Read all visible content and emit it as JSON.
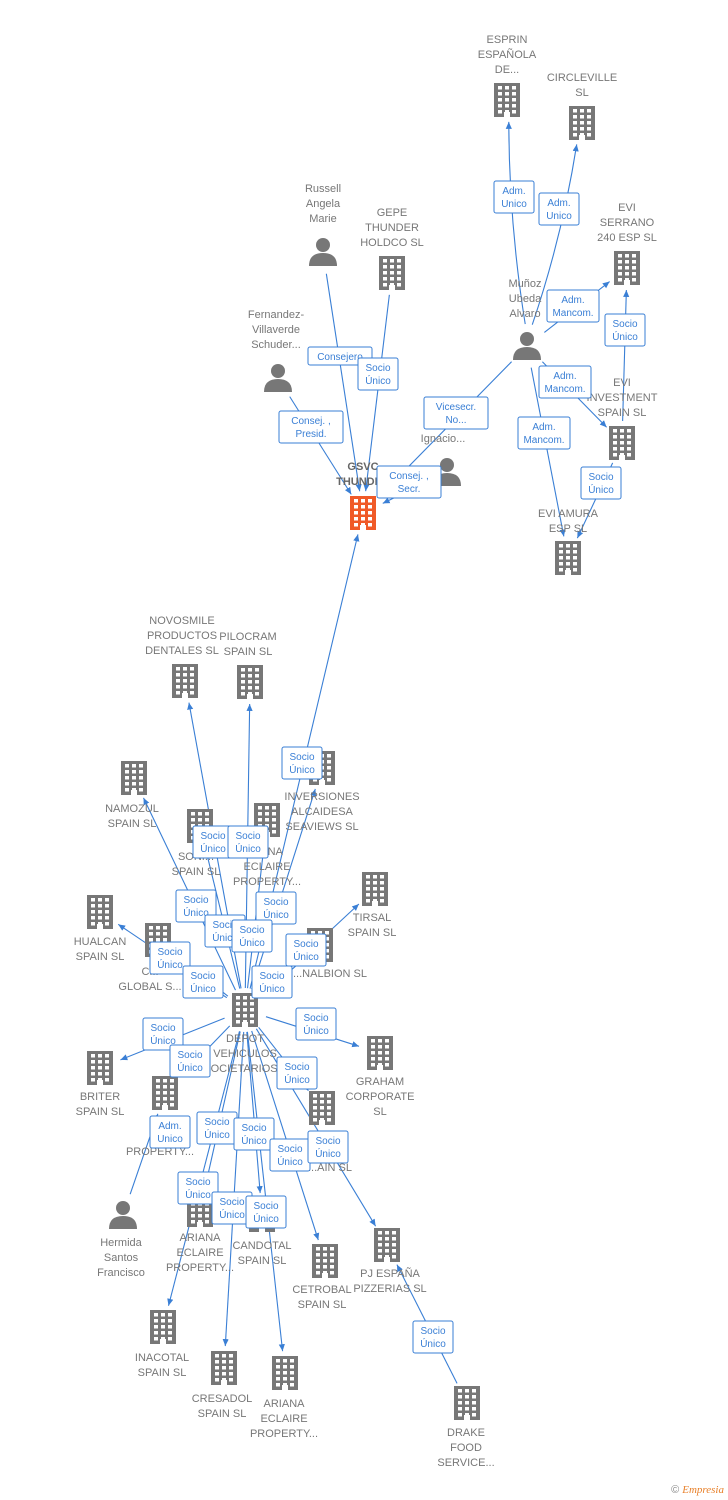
{
  "colors": {
    "edge": "#3a7fd5",
    "company": "#777777",
    "main_company": "#f05a28",
    "person": "#777777"
  },
  "nodes": [
    {
      "id": "gsvc",
      "kind": "company",
      "main": true,
      "label": [
        "GSVC",
        "THUNDER"
      ]
    },
    {
      "id": "esprin",
      "kind": "company",
      "label": [
        "ESPRIN",
        "ESPAÑOLA",
        "DE..."
      ]
    },
    {
      "id": "circleville",
      "kind": "company",
      "label": [
        "CIRCLEVILLE",
        "SL"
      ]
    },
    {
      "id": "evi_serrano",
      "kind": "company",
      "label": [
        "EVI",
        "SERRANO",
        "240 ESP  SL"
      ]
    },
    {
      "id": "evi_investment",
      "kind": "company",
      "label": [
        "EVI",
        "INVESTMENT",
        "SPAIN  SL"
      ]
    },
    {
      "id": "evi_amura",
      "kind": "company",
      "label": [
        "EVI AMURA",
        "ESP  SL"
      ]
    },
    {
      "id": "gepe",
      "kind": "company",
      "label": [
        "GEPE",
        "THUNDER",
        "HOLDCO  SL"
      ]
    },
    {
      "id": "russell",
      "kind": "person",
      "label": [
        "Russell",
        "Angela",
        "Marie"
      ]
    },
    {
      "id": "fernandez",
      "kind": "person",
      "label": [
        "Fernandez-",
        "Villaverde",
        "Schuder..."
      ]
    },
    {
      "id": "munoz",
      "kind": "person",
      "label": [
        "Muñoz",
        "Ubeda",
        "Alvaro"
      ]
    },
    {
      "id": "b_ignacio",
      "kind": "person",
      "label": [
        "B...",
        "Ignacio..."
      ]
    },
    {
      "id": "novosmile",
      "kind": "company",
      "label": [
        "NOVOSMILE",
        "PRODUCTOS",
        "DENTALES  SL"
      ]
    },
    {
      "id": "pilocram",
      "kind": "company",
      "label": [
        "PILOCRAM",
        "SPAIN  SL"
      ]
    },
    {
      "id": "namozul",
      "kind": "company",
      "label": [
        "NAMOZUL",
        "SPAIN  SL"
      ]
    },
    {
      "id": "inversiones",
      "kind": "company",
      "label": [
        "INVERSIONES",
        "ALCAIDESA",
        "SEAVIEWS  SL"
      ]
    },
    {
      "id": "sonic",
      "kind": "company",
      "label": [
        "SONI...",
        "SPAIN  SL"
      ]
    },
    {
      "id": "ariana1",
      "kind": "company",
      "label": [
        "...ANA",
        "ECLAIRE",
        "PROPERTY..."
      ]
    },
    {
      "id": "tirsal",
      "kind": "company",
      "label": [
        "TIRSAL",
        "SPAIN  SL"
      ]
    },
    {
      "id": "hualcan",
      "kind": "company",
      "label": [
        "HUALCAN",
        "SPAIN  SL"
      ]
    },
    {
      "id": "global",
      "kind": "company",
      "label": [
        "C...",
        "GLOBAL  S..."
      ]
    },
    {
      "id": "nalbion",
      "kind": "company",
      "label": [
        "...NALBION  SL"
      ]
    },
    {
      "id": "depot",
      "kind": "company",
      "label": [
        "DEPOT",
        "VEHICULOS",
        "SOCIETARIOS..."
      ]
    },
    {
      "id": "briter",
      "kind": "company",
      "label": [
        "BRITER",
        "SPAIN  SL"
      ]
    },
    {
      "id": "graham",
      "kind": "company",
      "label": [
        "GRAHAM",
        "CORPORATE",
        "SL"
      ]
    },
    {
      "id": "ariana2",
      "kind": "company",
      "label": [
        "A...",
        "E...",
        "PROPERTY..."
      ]
    },
    {
      "id": "xts",
      "kind": "company",
      "label": [
        "...TS",
        "...AIN  SL"
      ]
    },
    {
      "id": "hermida",
      "kind": "person",
      "label": [
        "Hermida",
        "Santos",
        "Francisco"
      ]
    },
    {
      "id": "ariana3",
      "kind": "company",
      "label": [
        "ARIANA",
        "ECLAIRE",
        "PROPERTY..."
      ]
    },
    {
      "id": "candotal",
      "kind": "company",
      "label": [
        "CANDOTAL",
        "SPAIN  SL"
      ]
    },
    {
      "id": "cetrobal",
      "kind": "company",
      "label": [
        "CETROBAL",
        "SPAIN  SL"
      ]
    },
    {
      "id": "pj",
      "kind": "company",
      "label": [
        "PJ ESPAÑA",
        "PIZZERIAS  SL"
      ]
    },
    {
      "id": "inacotal",
      "kind": "company",
      "label": [
        "INACOTAL",
        "SPAIN  SL"
      ]
    },
    {
      "id": "cresadol",
      "kind": "company",
      "label": [
        "CRESADOL",
        "SPAIN  SL"
      ]
    },
    {
      "id": "ariana4",
      "kind": "company",
      "label": [
        "ARIANA",
        "ECLAIRE",
        "PROPERTY..."
      ]
    },
    {
      "id": "drake",
      "kind": "company",
      "label": [
        "DRAKE",
        "FOOD",
        "SERVICE..."
      ]
    }
  ],
  "edges": [
    {
      "from": "russell",
      "to": "gsvc",
      "label": [
        "Consejero"
      ]
    },
    {
      "from": "gepe",
      "to": "gsvc",
      "label": [
        "Socio",
        "Único"
      ]
    },
    {
      "from": "fernandez",
      "to": "gsvc",
      "label": [
        "Consej. ,",
        "Presid."
      ]
    },
    {
      "from": "b_ignacio",
      "to": "gsvc",
      "label": [
        "Consej. ,",
        "Secr."
      ]
    },
    {
      "from": "munoz",
      "to": "gsvc",
      "label": [
        "Vicesecr.",
        "No..."
      ]
    },
    {
      "from": "munoz",
      "to": "esprin",
      "label": [
        "Adm.",
        "Unico"
      ]
    },
    {
      "from": "munoz",
      "to": "circleville",
      "label": [
        "Adm.",
        "Unico"
      ]
    },
    {
      "from": "munoz",
      "to": "evi_serrano",
      "label": [
        "Adm.",
        "Mancom."
      ]
    },
    {
      "from": "evi_investment",
      "to": "evi_serrano",
      "label": [
        "Socio",
        "Único"
      ]
    },
    {
      "from": "munoz",
      "to": "evi_investment",
      "label": [
        "Adm.",
        "Mancom."
      ]
    },
    {
      "from": "munoz",
      "to": "evi_amura",
      "label": [
        "Adm.",
        "Mancom."
      ]
    },
    {
      "from": "evi_investment",
      "to": "evi_amura",
      "label": [
        "Socio",
        "Único"
      ]
    },
    {
      "from": "depot",
      "to": "gsvc",
      "label": [
        "Socio",
        "Único"
      ]
    },
    {
      "from": "depot",
      "to": "novosmile",
      "label": [
        "Socio",
        "Único"
      ]
    },
    {
      "from": "depot",
      "to": "pilocram",
      "label": [
        "Socio",
        "Único"
      ]
    },
    {
      "from": "depot",
      "to": "namozul",
      "label": [
        "Socio",
        "Único"
      ]
    },
    {
      "from": "depot",
      "to": "inversiones",
      "label": [
        "Socio",
        "Único"
      ]
    },
    {
      "from": "depot",
      "to": "sonic",
      "label": [
        "Socio",
        "Único"
      ]
    },
    {
      "from": "depot",
      "to": "ariana1",
      "label": [
        "Socio",
        "Único"
      ]
    },
    {
      "from": "depot",
      "to": "tirsal",
      "label": [
        "Socio",
        "Único"
      ]
    },
    {
      "from": "depot",
      "to": "hualcan",
      "label": [
        "Socio",
        "Único"
      ]
    },
    {
      "from": "depot",
      "to": "global",
      "label": [
        "Socio",
        "Único"
      ]
    },
    {
      "from": "depot",
      "to": "nalbion",
      "label": [
        "Socio",
        "Único"
      ]
    },
    {
      "from": "depot",
      "to": "briter",
      "label": [
        "Socio",
        "Único"
      ]
    },
    {
      "from": "depot",
      "to": "graham",
      "label": [
        "Socio",
        "Único"
      ]
    },
    {
      "from": "depot",
      "to": "ariana2",
      "label": [
        "Socio",
        "Único"
      ]
    },
    {
      "from": "depot",
      "to": "xts",
      "label": [
        "Socio",
        "Único"
      ]
    },
    {
      "from": "hermida",
      "to": "ariana2",
      "label": [
        "Adm.",
        "Unico"
      ]
    },
    {
      "from": "depot",
      "to": "ariana3",
      "label": [
        "Socio",
        "Único"
      ]
    },
    {
      "from": "depot",
      "to": "candotal",
      "label": [
        "Socio",
        "Único"
      ]
    },
    {
      "from": "depot",
      "to": "cetrobal",
      "label": [
        "Socio",
        "Único"
      ]
    },
    {
      "from": "depot",
      "to": "pj",
      "label": [
        "Socio",
        "Único"
      ]
    },
    {
      "from": "depot",
      "to": "inacotal",
      "label": [
        "Socio",
        "Único"
      ]
    },
    {
      "from": "depot",
      "to": "cresadol",
      "label": [
        "Socio",
        "Único"
      ]
    },
    {
      "from": "depot",
      "to": "ariana4",
      "label": [
        "Socio",
        "Único"
      ]
    },
    {
      "from": "drake",
      "to": "pj",
      "label": [
        "Socio",
        "Único"
      ]
    }
  ],
  "watermark": {
    "copyright": "©",
    "brand": "Empresia"
  }
}
